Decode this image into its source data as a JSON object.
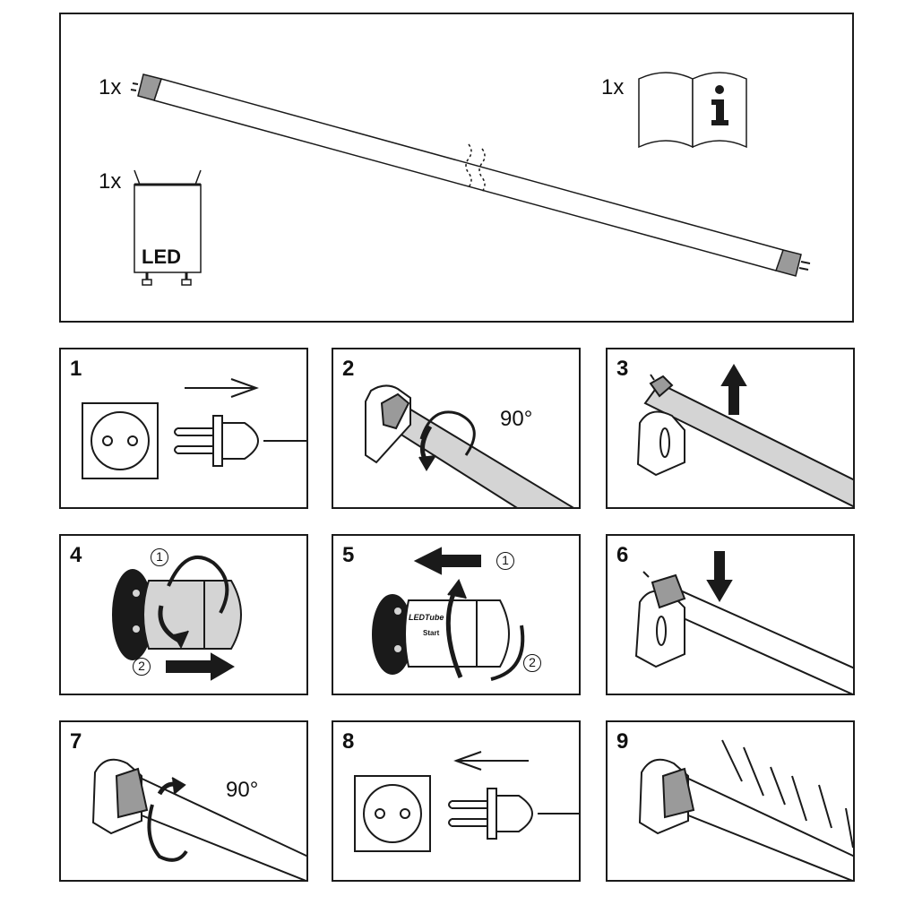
{
  "contents": {
    "tube_qty": "1x",
    "manual_qty": "1x",
    "starter_qty": "1x",
    "starter_label": "LED"
  },
  "steps": [
    {
      "number": "1"
    },
    {
      "number": "2",
      "angle": "90°"
    },
    {
      "number": "3"
    },
    {
      "number": "4",
      "badge1": "1",
      "badge2": "2"
    },
    {
      "number": "5",
      "badge1": "1",
      "badge2": "2",
      "starter_line1": "LEDTube",
      "starter_line2": "Start"
    },
    {
      "number": "6"
    },
    {
      "number": "7",
      "angle": "90°"
    },
    {
      "number": "8"
    },
    {
      "number": "9"
    }
  ],
  "colors": {
    "line": "#1a1a1a",
    "tube_fill": "#d4d4d4",
    "cap_fill": "#9a9a9a",
    "light_fill": "#ffffff"
  }
}
